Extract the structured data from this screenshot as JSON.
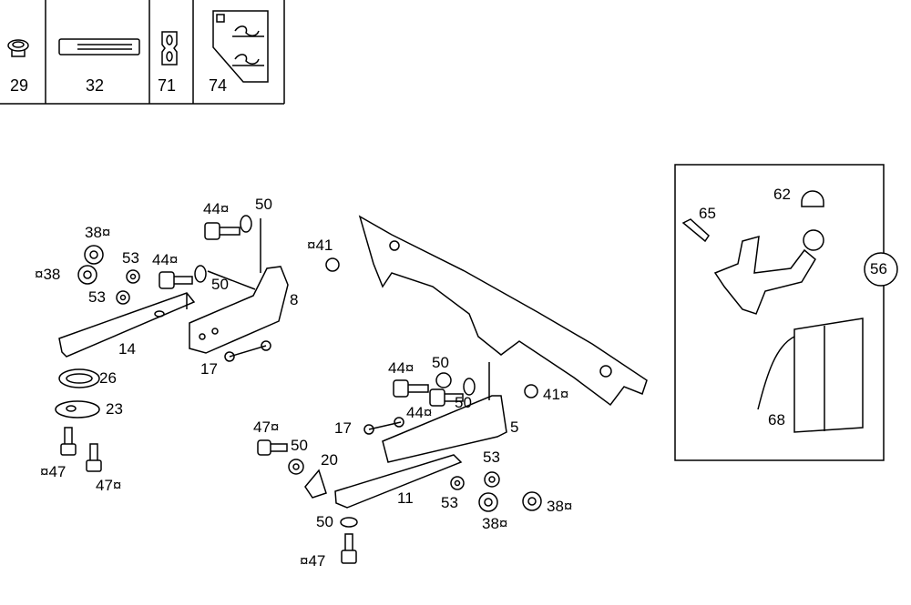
{
  "legend_table": {
    "cells": [
      {
        "label": "29",
        "icon": "plug-icon"
      },
      {
        "label": "32",
        "icon": "label-strip-icon"
      },
      {
        "label": "71",
        "icon": "sticker-icon"
      },
      {
        "label": "74",
        "icon": "instruction-plate-icon"
      }
    ]
  },
  "callouts": [
    "44¤",
    "50",
    "38¤",
    "¤41",
    "53",
    "44¤",
    "¤38",
    "50",
    "53",
    "8",
    "14",
    "17",
    "26",
    "23",
    "62",
    "65",
    "56",
    "68",
    "44¤",
    "50",
    "50",
    "41¤",
    "44¤",
    "5",
    "47¤",
    "17",
    "50",
    "20",
    "¤47",
    "47¤",
    "53",
    "11",
    "53",
    "38¤",
    "38¤",
    "50",
    "¤47"
  ],
  "inset_group": {
    "label": "56"
  }
}
